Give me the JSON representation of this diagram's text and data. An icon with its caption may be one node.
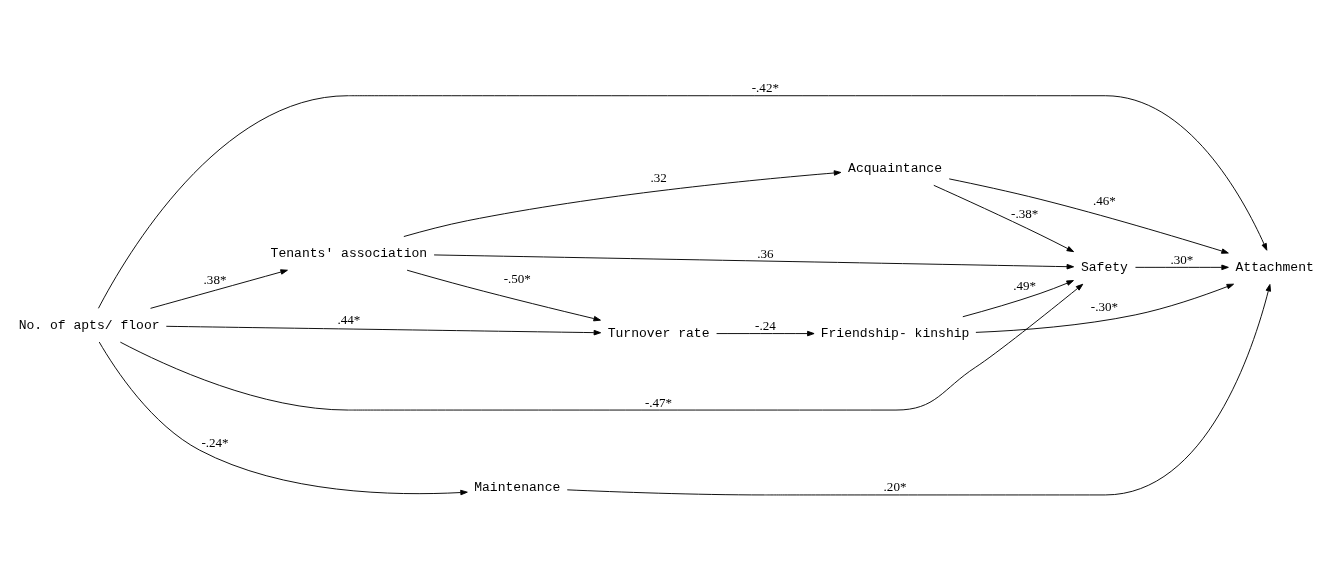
{
  "diagram": {
    "nodes": [
      {
        "text": [
          "No. of apts/ floor"
        ]
      },
      {
        "text": [
          "Tenants' association"
        ]
      },
      {
        "text": [
          "Acquaintance"
        ]
      },
      {
        "text": [
          "Friendship- kinship"
        ]
      },
      {
        "text": [
          "Turnover rate"
        ]
      },
      {
        "text": [
          "Attachment"
        ]
      },
      {
        "text": [
          "Safety"
        ]
      },
      {
        "text": [
          "Maintenance"
        ]
      }
    ],
    "edges": [
      {
        "from": 0,
        "to": 1,
        "arrow": "to",
        "label": ".38*"
      },
      {
        "from": 0,
        "to": 5,
        "arrow": "to",
        "label": "-.42*"
      },
      {
        "from": 0,
        "to": 4,
        "arrow": "to",
        "label": ".44*"
      },
      {
        "from": 0,
        "to": 6,
        "arrow": "to",
        "label": "-.47*"
      },
      {
        "from": 0,
        "to": 7,
        "arrow": "to",
        "label": "-.24*"
      },
      {
        "from": 1,
        "to": 2,
        "arrow": "to",
        "label": ".32"
      },
      {
        "from": 1,
        "to": 4,
        "arrow": "to",
        "label": "-.50*"
      },
      {
        "from": 1,
        "to": 6,
        "arrow": "to",
        "label": ".36"
      },
      {
        "from": 4,
        "to": 3,
        "arrow": "to",
        "label": "-.24"
      },
      {
        "from": 2,
        "to": 5,
        "arrow": "to",
        "label": ".46*"
      },
      {
        "from": 2,
        "to": 6,
        "arrow": "to",
        "label": "-.38*"
      },
      {
        "from": 3,
        "to": 5,
        "arrow": "to",
        "label": "-.30*"
      },
      {
        "from": 3,
        "to": 6,
        "arrow": "to",
        "label": ".49*"
      },
      {
        "from": 6,
        "to": 5,
        "arrow": "to",
        "label": ".30*"
      },
      {
        "from": 7,
        "to": 5,
        "arrow": "to",
        "label": ".20*"
      }
    ]
  }
}
